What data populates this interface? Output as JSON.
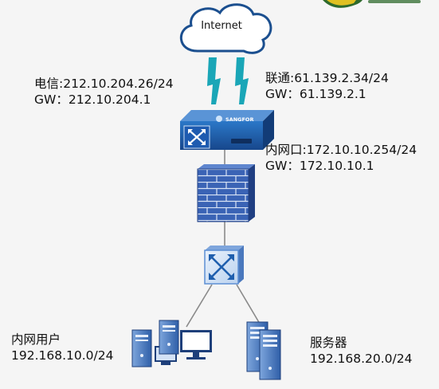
{
  "cloud": {
    "label": "Internet"
  },
  "telecom": {
    "line1": "电信:212.10.204.26/24",
    "line2": "GW：212.10.204.1"
  },
  "unicom": {
    "line1": "联通:61.139.2.34/24",
    "line2": "GW：61.139.2.1"
  },
  "device": {
    "brand": "SANGFOR"
  },
  "lan_port": {
    "line1": "内网口:172.10.10.254/24",
    "line2": "GW：172.10.10.1"
  },
  "lan_users": {
    "line1": "内网用户",
    "line2": "192.168.10.0/24"
  },
  "servers": {
    "line1": "服务器",
    "line2": "192.168.20.0/24"
  },
  "colors": {
    "background": "#f5f5f5",
    "cloud_fill": "#ffffff",
    "cloud_stroke": "#1b4f8f",
    "link_bolt": "#1aa6b7",
    "device_blue": "#1f5fae",
    "firewall": "#2f57a8",
    "switch_border": "#5d8fd4",
    "cable": "#8a8a8a"
  }
}
